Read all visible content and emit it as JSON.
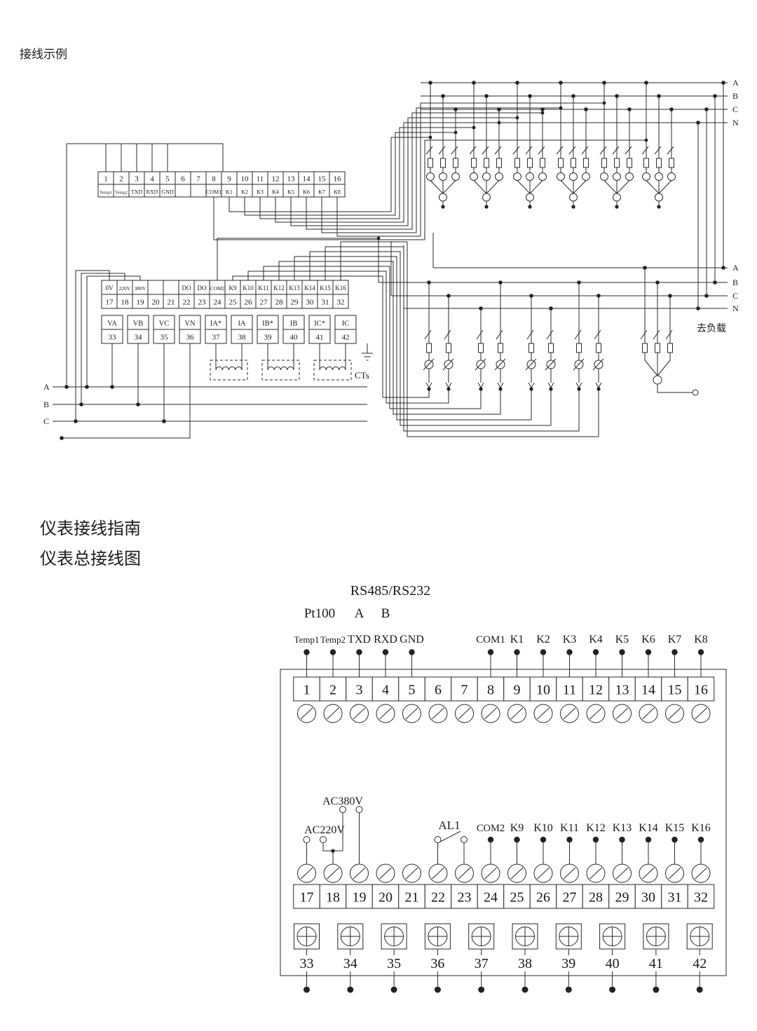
{
  "titles": {
    "wiring_example": "接线示例",
    "meter_guide": "仪表接线指南",
    "meter_overall": "仪表总接线图"
  },
  "phase_labels": {
    "top": [
      "A",
      "B",
      "C",
      "N"
    ],
    "mid": [
      "A",
      "B",
      "C",
      "N"
    ],
    "bottom_left": [
      "A",
      "B",
      "C"
    ],
    "to_load": "去负载"
  },
  "cts_label": "CTs",
  "top_block": {
    "row1": {
      "numbers": [
        "1",
        "2",
        "3",
        "4",
        "5",
        "6",
        "7",
        "8",
        "9",
        "10",
        "11",
        "12",
        "13",
        "14",
        "15",
        "16"
      ],
      "labels": [
        "Temp1",
        "Temp2",
        "TXD",
        "RXD",
        "GND",
        "",
        "",
        "COM1",
        "K1",
        "K2",
        "K3",
        "K4",
        "K5",
        "K6",
        "K7",
        "K8"
      ]
    },
    "row2": {
      "labels": [
        "0V",
        "220V",
        "380V",
        "",
        "",
        "DO",
        "DO",
        "COM2",
        "K9",
        "K10",
        "K11",
        "K12",
        "K13",
        "K14",
        "K15",
        "K16"
      ],
      "numbers": [
        "17",
        "18",
        "19",
        "20",
        "21",
        "22",
        "23",
        "24",
        "25",
        "26",
        "27",
        "28",
        "29",
        "30",
        "31",
        "32"
      ]
    },
    "row3": {
      "labels": [
        "VA",
        "VB",
        "VC",
        "VN",
        "IA*",
        "IA",
        "IB*",
        "IB",
        "IC*",
        "IC"
      ],
      "numbers": [
        "33",
        "34",
        "35",
        "36",
        "37",
        "38",
        "39",
        "40",
        "41",
        "42"
      ]
    }
  },
  "bottom_block": {
    "rs485_label": "RS485/RS232",
    "pt100_label": "Pt100",
    "line_a": "A",
    "line_b": "B",
    "row1_numbers": [
      "1",
      "2",
      "3",
      "4",
      "5",
      "6",
      "7",
      "8",
      "9",
      "10",
      "11",
      "12",
      "13",
      "14",
      "15",
      "16"
    ],
    "row1_pins": [
      "Temp1",
      "Temp2",
      "TXD",
      "RXD",
      "GND",
      "",
      "",
      "COM1",
      "K1",
      "K2",
      "K3",
      "K4",
      "K5",
      "K6",
      "K7",
      "K8"
    ],
    "ac380v_label": "AC380V",
    "ac220v_label": "AC220V",
    "al1_label": "AL1",
    "row2_numbers": [
      "17",
      "18",
      "19",
      "20",
      "21",
      "22",
      "23",
      "24",
      "25",
      "26",
      "27",
      "28",
      "29",
      "30",
      "31",
      "32"
    ],
    "row2_pins": [
      "",
      "",
      "",
      "",
      "",
      "",
      "",
      "COM2",
      "K9",
      "K10",
      "K11",
      "K12",
      "K13",
      "K14",
      "K15",
      "K16"
    ],
    "row3_numbers": [
      "33",
      "34",
      "35",
      "36",
      "37",
      "38",
      "39",
      "40",
      "41",
      "42"
    ]
  }
}
